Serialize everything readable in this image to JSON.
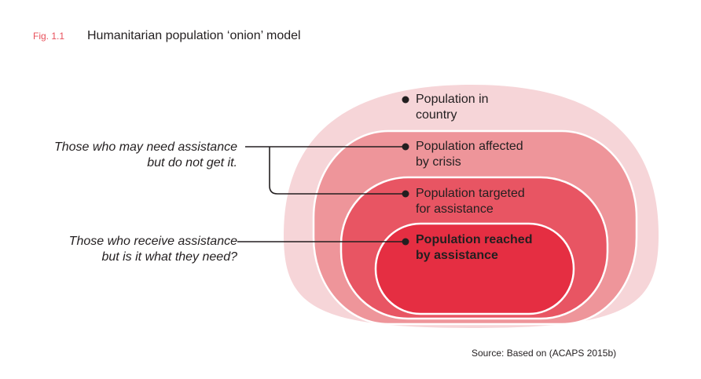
{
  "figure": {
    "number": "Fig. 1.1",
    "title": "Humanitarian population ‘onion’ model"
  },
  "layers": [
    {
      "label_line1": "Population in",
      "label_line2": "country",
      "color": "#f6d5d8"
    },
    {
      "label_line1": "Population affected",
      "label_line2": "by crisis",
      "color": "#ee959a"
    },
    {
      "label_line1": "Population targeted",
      "label_line2": "for assistance",
      "color": "#e85563"
    },
    {
      "label_line1": "Population reached",
      "label_line2": "by assistance",
      "color": "#e52e42"
    }
  ],
  "annotations": [
    {
      "line1": "Those who may need assistance",
      "line2": "but do not get it."
    },
    {
      "line1": "Those who receive assistance",
      "line2": "but is it what they need?"
    }
  ],
  "source": "Source: Based on (ACAPS 2015b)"
}
